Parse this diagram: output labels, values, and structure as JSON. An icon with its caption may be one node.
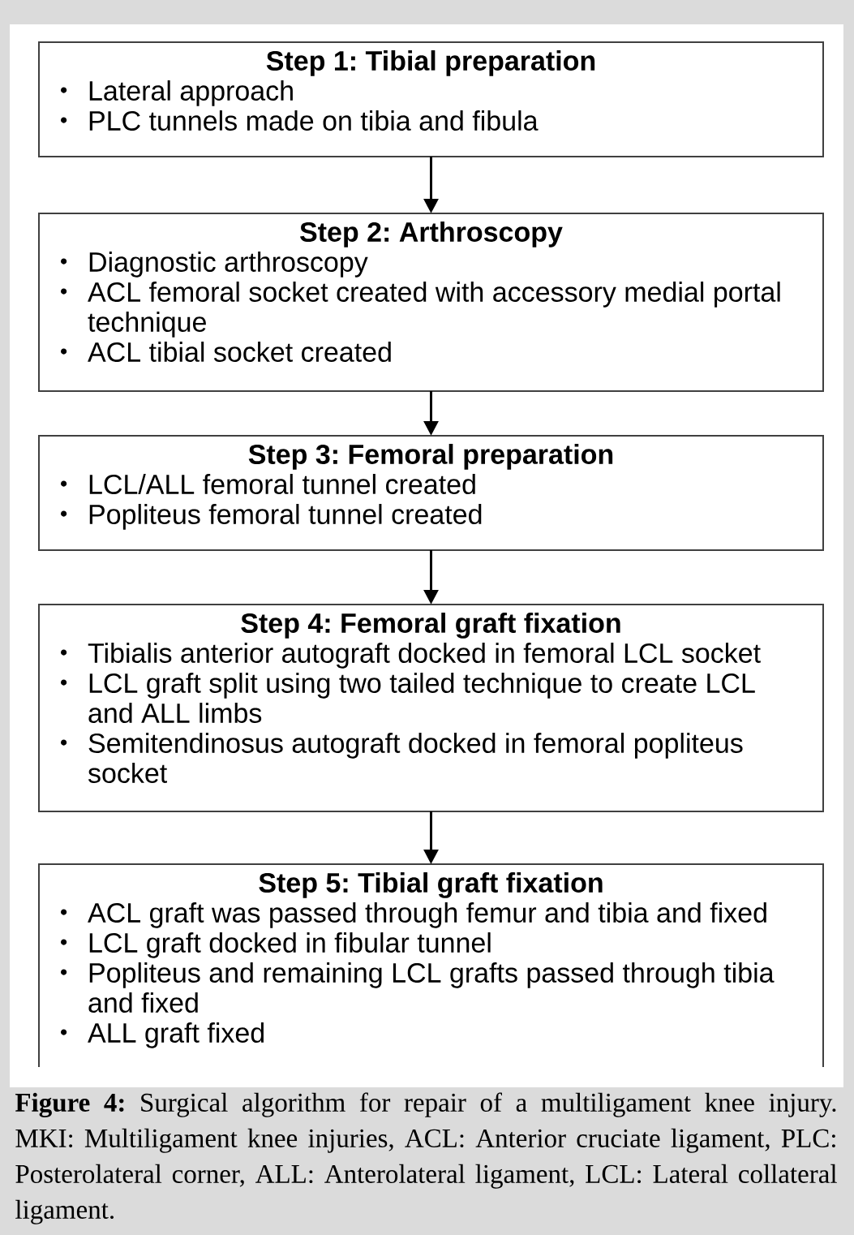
{
  "diagram": {
    "caption": "**Figure 4:** Surgical algorithm for repair of a multiligament knee injury. MKI: Multiligament knee injuries, ACL: Anterior cruciate ligament, PLC: Posterolateral corner, ALL: Anterolateral ligament, LCL: Lateral collateral ligament.",
    "nodes": [
      {
        "text": [
          "Step 1: Tibial preparation",
          "Lateral approach",
          "PLC tunnels made on tibia and fibula"
        ]
      },
      {
        "text": [
          "Step 2: Arthroscopy",
          "Diagnostic arthroscopy",
          "ACL femoral socket created with accessory medial portal technique",
          "ACL tibial socket created"
        ]
      },
      {
        "text": [
          "Step 3: Femoral preparation",
          "LCL/ALL femoral tunnel created",
          "Popliteus femoral tunnel created"
        ]
      },
      {
        "text": [
          "Step 4: Femoral graft fixation",
          "Tibialis anterior autograft docked in femoral LCL socket",
          "LCL graft split using two tailed technique to create LCL and ALL limbs",
          "Semitendinosus autograft docked in femoral popliteus socket"
        ]
      },
      {
        "text": [
          "Step 5: Tibial graft fixation",
          "ACL graft was passed through femur and tibia and fixed",
          "LCL graft docked in fibular tunnel",
          "Popliteus and remaining LCL grafts passed through tibia and fixed",
          "ALL graft fixed"
        ]
      }
    ],
    "edges": [
      {
        "from": 0,
        "to": 1,
        "arrow": "to"
      },
      {
        "from": 1,
        "to": 2,
        "arrow": "to"
      },
      {
        "from": 2,
        "to": 3,
        "arrow": "to"
      },
      {
        "from": 3,
        "to": 4,
        "arrow": "to"
      }
    ]
  }
}
